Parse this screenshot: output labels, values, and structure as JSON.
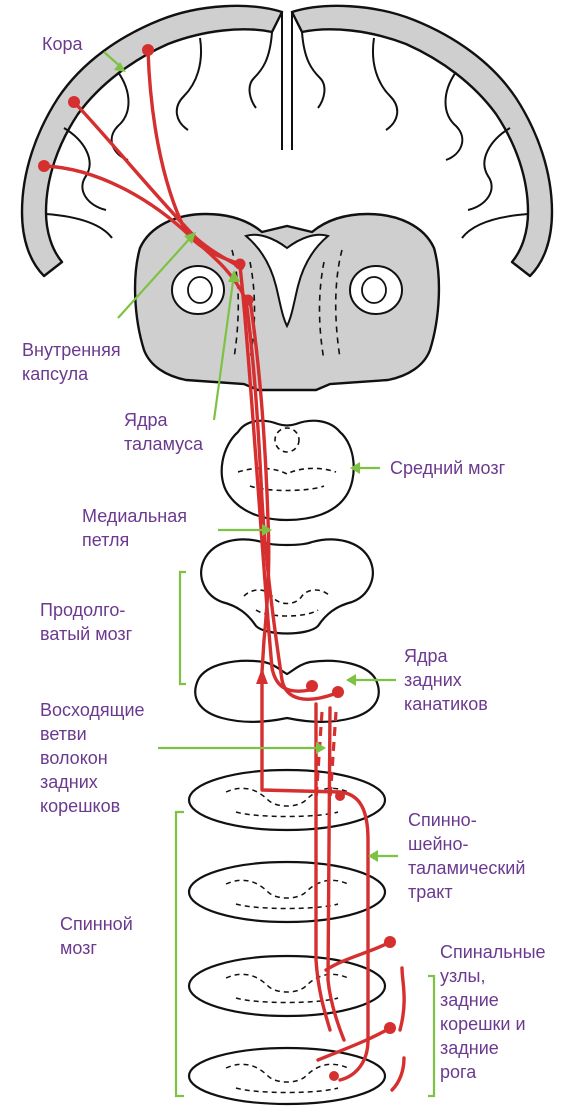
{
  "colors": {
    "pathway": "#d62f2f",
    "pointer": "#7dc243",
    "label": "#6b3a8f",
    "outline": "#111111",
    "fill": "#cfcfcf"
  },
  "labels": {
    "cortex": "Кора",
    "internal_capsule": "Внутренняя\nкапсула",
    "thalamic_nuclei": "Ядра\nталамуса",
    "midbrain": "Средний мозг",
    "medial_lemniscus": "Медиальная\nпетля",
    "medulla": "Продолго-\nватый мозг",
    "dorsal_column_nuclei": "Ядра\nзадних\nканатиков",
    "ascending_branches": "Восходящие\nветви\nволокон\nзадних\nкорешков",
    "spinothalamic_tract": "Спинно-\nшейно-\nталамический\nтракт",
    "spinal_cord": "Спинной\nмозг",
    "spinal_ganglia": "Спинальные\nузлы,\nзадние\nкорешки и\nзадние\nрога"
  }
}
